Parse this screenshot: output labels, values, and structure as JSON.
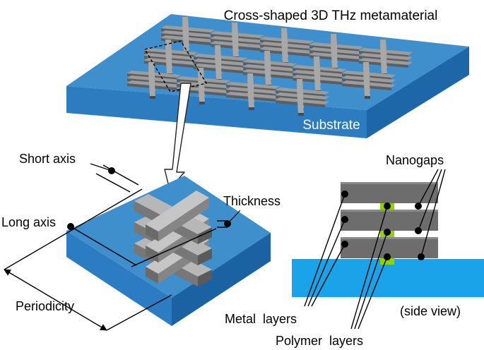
{
  "labels": {
    "title": "Cross-shaped 3D THz metamaterial",
    "substrate": "Substrate",
    "short_axis": "Short axis",
    "long_axis": "Long axis",
    "thickness": "Thickness",
    "periodicity": "Periodicity",
    "nanogaps": "Nanogaps",
    "metal_layers": "Metal  layers",
    "polymer_layers": "Polymer  layers",
    "side_view": "(side view)"
  },
  "colors": {
    "substrate_top": "#3f8fcd",
    "substrate_side": "#1f6fb5",
    "side_view_substrate": "#1aa3e8",
    "metal": "#6d6d6d",
    "metal_top": "#9a9a9a",
    "polymer": "#8fd400"
  }
}
